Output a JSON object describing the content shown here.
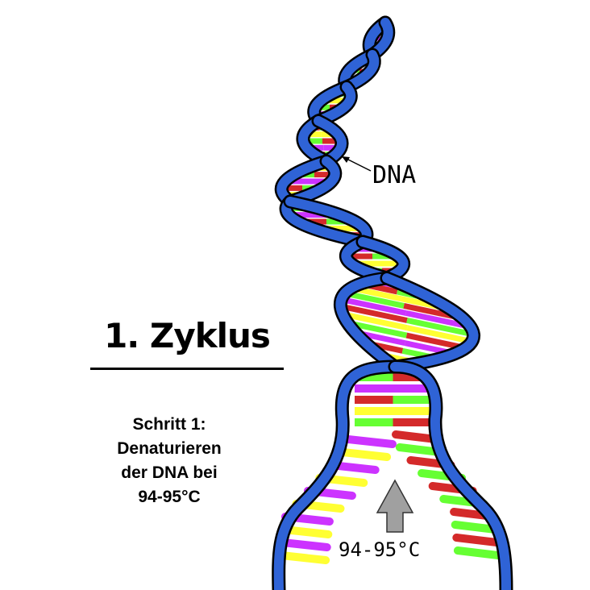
{
  "title": "1. Zyklus",
  "step": {
    "line1": "Schritt 1:",
    "line2": "Denaturieren",
    "line3": "der DNA bei",
    "line4": "94-95°C"
  },
  "labels": {
    "dna": "DNA",
    "temperature": "94-95°C"
  },
  "colors": {
    "strand": "#2f63d6",
    "outline": "#000000",
    "bases": [
      "#66ff33",
      "#cc33ff",
      "#d42a2a",
      "#ffff33"
    ],
    "heat_arrow": "#a0a0a0"
  }
}
